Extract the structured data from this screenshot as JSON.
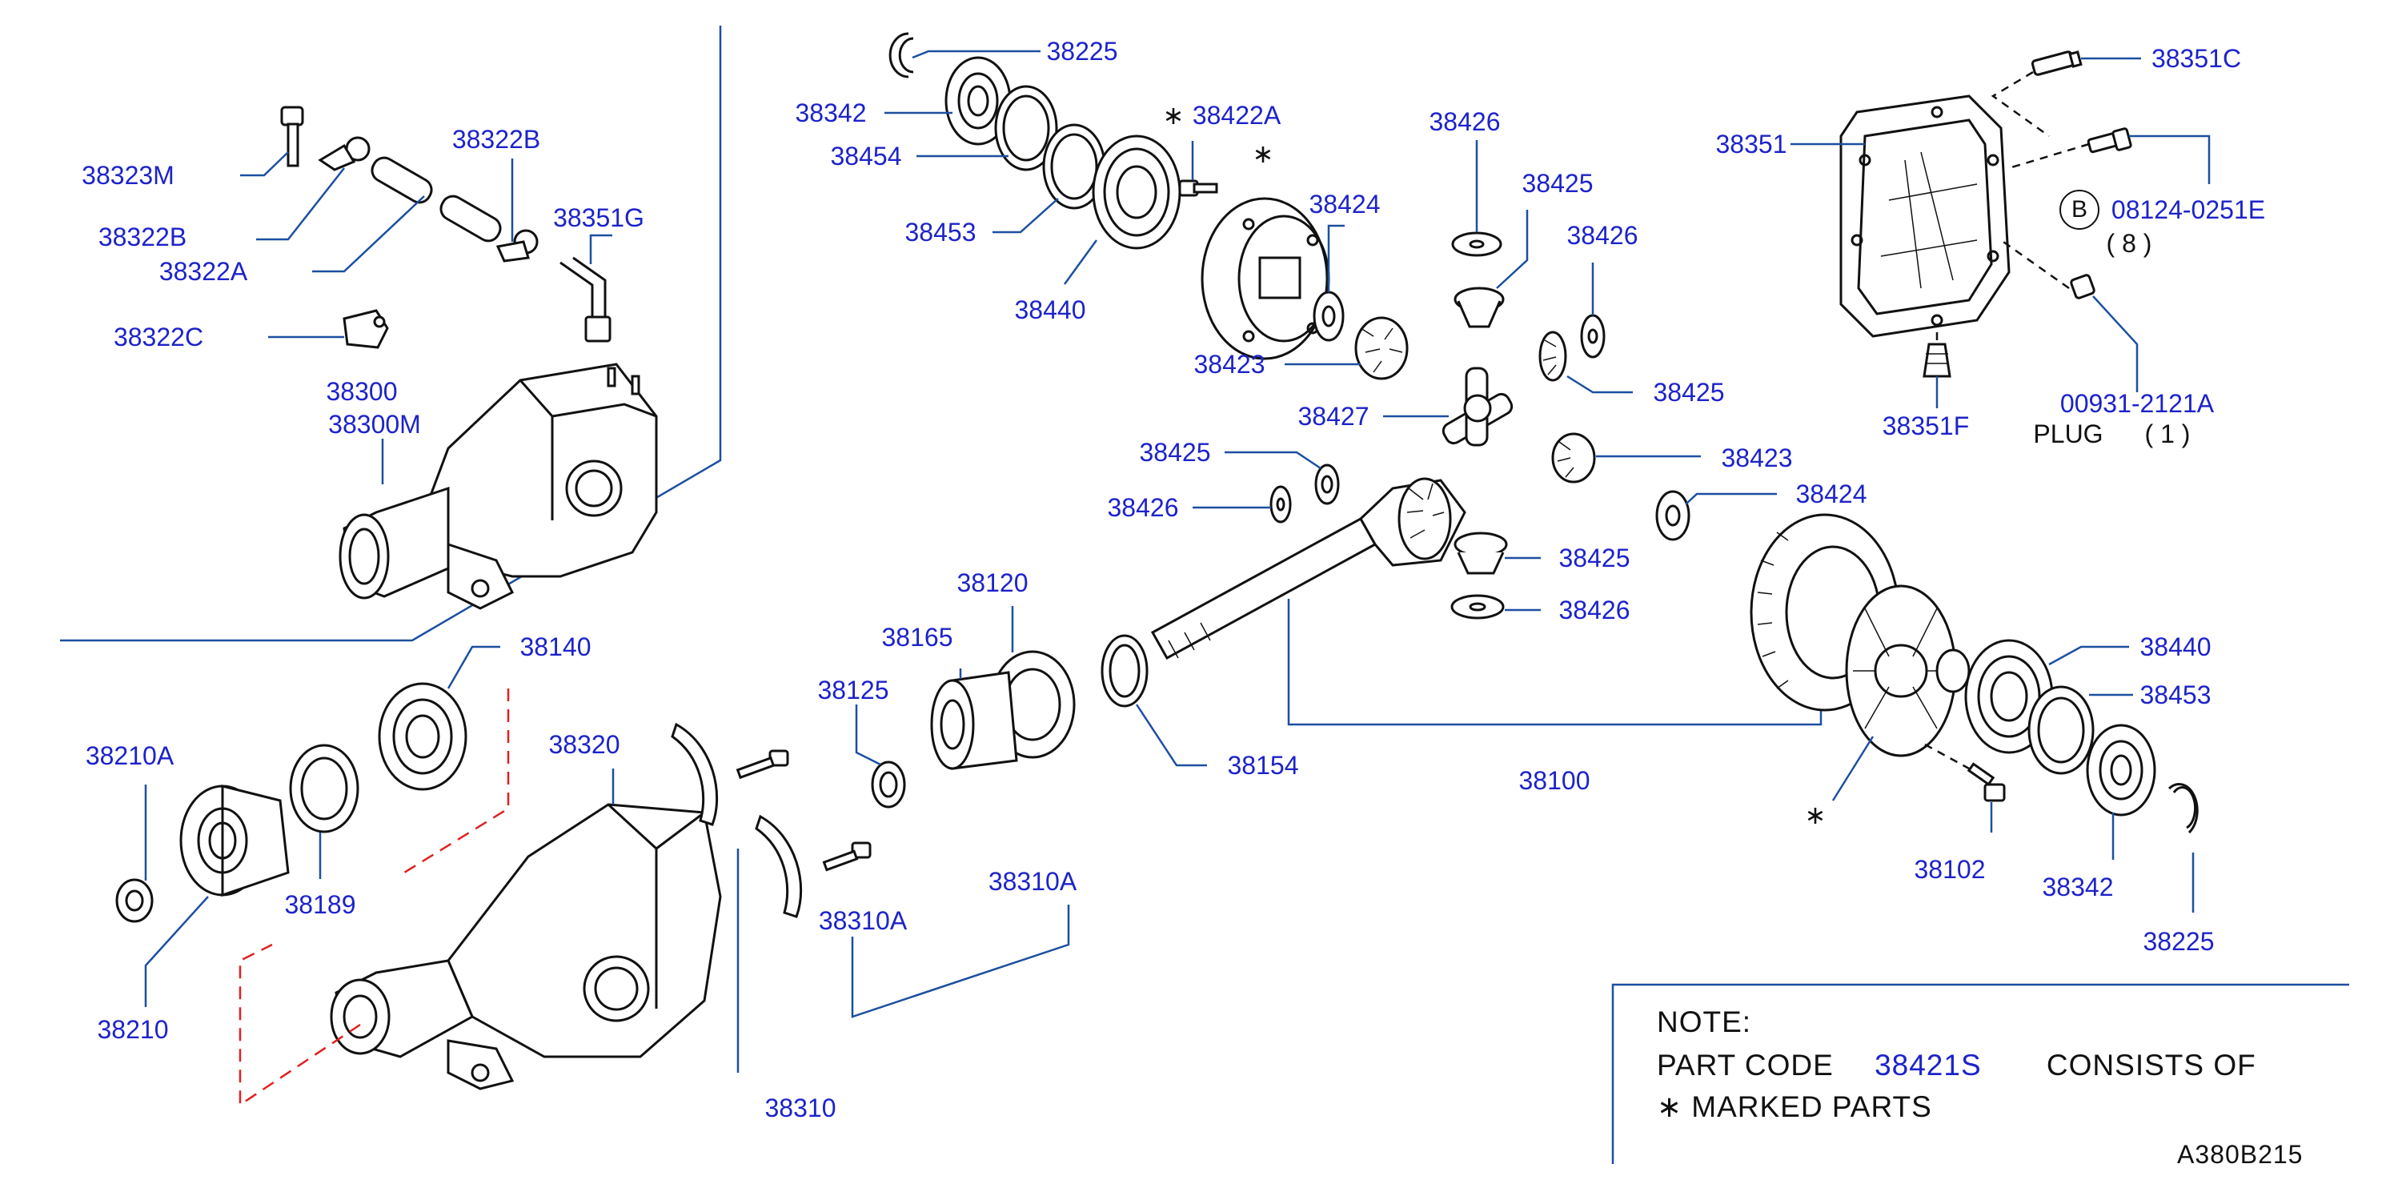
{
  "labels": {
    "l38225a": "38225",
    "l38342a": "38342",
    "l38454": "38454",
    "l38453a": "38453",
    "l38440a": "38440",
    "l38422a": "38422A",
    "l38424a": "38424",
    "l38423a": "38423",
    "l38426a": "38426",
    "l38425a": "38425",
    "l38426b": "38426",
    "l38425b": "38425",
    "l38427": "38427",
    "l38425c": "38425",
    "l38426c": "38426",
    "l38423b": "38423",
    "l38424b": "38424",
    "l38425d": "38425",
    "l38426d": "38426",
    "l38351": "38351",
    "l38351c": "38351C",
    "l08124": "08124-0251E",
    "l08124qty": "( 8 )",
    "l00931": "00931-2121A",
    "lplug": "PLUG",
    "lplugqty": "( 1 )",
    "l38351f": "38351F",
    "l38323m": "38323M",
    "l38322b1": "38322B",
    "l38322b2": "38322B",
    "l38322a": "38322A",
    "l38351g": "38351G",
    "l38322c": "38322C",
    "l38300": "38300",
    "l38300m": "38300M",
    "l38140": "38140",
    "l38210a": "38210A",
    "l38189": "38189",
    "l38210": "38210",
    "l38320": "38320",
    "l38120": "38120",
    "l38165": "38165",
    "l38125": "38125",
    "l38154": "38154",
    "l38310a1": "38310A",
    "l38310a2": "38310A",
    "l38310": "38310",
    "l38100": "38100",
    "l38440b": "38440",
    "l38453b": "38453",
    "l38342b": "38342",
    "l38102": "38102",
    "l38225b": "38225"
  },
  "bolt_symbol": "B",
  "star_symbol": "∗",
  "note": {
    "title": "NOTE:",
    "line1_prefix": "PART  CODE",
    "line1_code": "38421S",
    "line1_suffix": "CONSISTS  OF",
    "line2": "∗ MARKED  PARTS"
  },
  "diagram_id": "A380B215",
  "colors": {
    "label_blue": "#1c23c9",
    "leader_blue": "#1c4fa0",
    "outline": "#111111",
    "dash_red": "#e02020"
  }
}
